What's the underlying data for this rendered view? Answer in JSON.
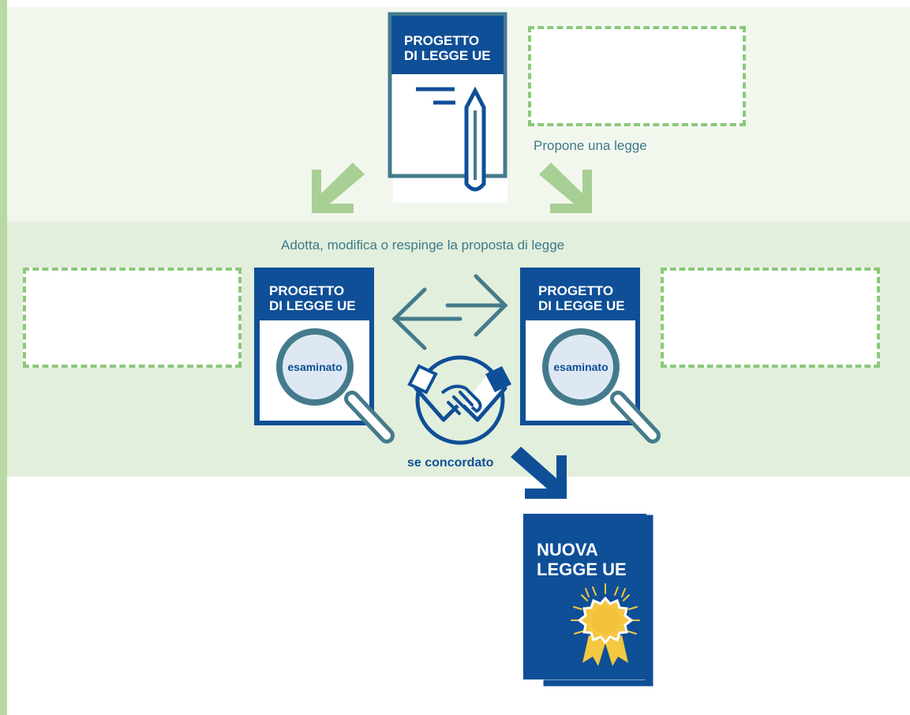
{
  "colors": {
    "dark_blue": "#0f4f97",
    "teal": "#447b8c",
    "green_arrow": "#a8cf94",
    "dashed_green": "#8cc87a",
    "band_top": "#f2f7ee",
    "band_mid": "#e2efdc",
    "side_bar": "#b9d9a4",
    "lens_fill": "#dde8f3",
    "seal_gold": "#f5c842"
  },
  "top": {
    "doc_label": "PROGETTO\nDI LEGGE UE",
    "caption": "Propone una legge",
    "doc_icon": "document-with-pen-icon"
  },
  "middle": {
    "caption": "Adotta, modifica o respinge la proposta di legge",
    "left_doc": {
      "label": "PROGETTO\nDI LEGGE UE",
      "lens_label": "esaminato",
      "icon": "magnifier-icon"
    },
    "right_doc": {
      "label": "PROGETTO\nDI LEGGE UE",
      "lens_label": "esaminato",
      "icon": "magnifier-icon"
    },
    "exchange_icon": "two-way-arrows-icon",
    "agreement_icon": "handshake-icon",
    "agreement_label": "se concordato"
  },
  "bottom": {
    "new_law_label": "NUOVA\nLEGGE UE",
    "seal_icon": "seal-icon"
  }
}
